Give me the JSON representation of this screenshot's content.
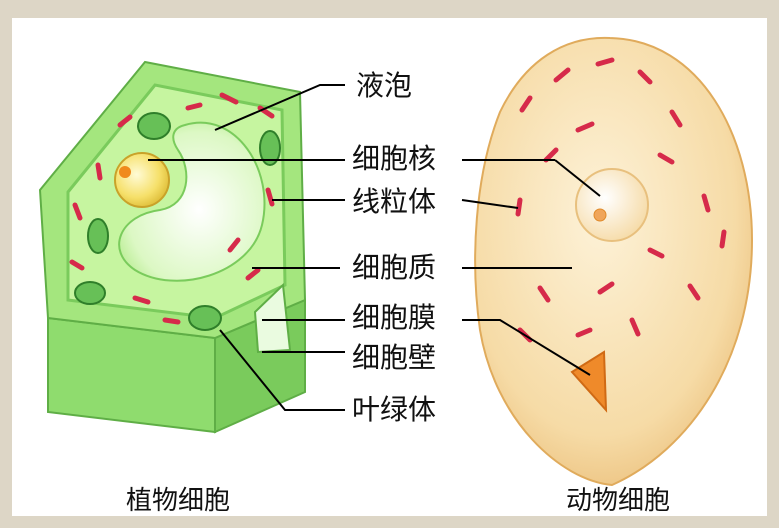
{
  "labels": {
    "vacuole": "液泡",
    "nucleus": "细胞核",
    "mitochondria": "线粒体",
    "cytoplasm": "细胞质",
    "membrane": "细胞膜",
    "cell_wall": "细胞壁",
    "chloroplast": "叶绿体"
  },
  "captions": {
    "plant": "植物细胞",
    "animal": "动物细胞"
  },
  "colors": {
    "plant_wall": "#86d96a",
    "plant_inner": "#b9f08e",
    "vacuole": "#e8fbd8",
    "nucleus": "#f2d64a",
    "mitochondria": "#d62a4a",
    "animal_fill": "#f6dba6",
    "animal_edge": "#e9bd76",
    "animal_nucleus": "#fff3d6"
  }
}
